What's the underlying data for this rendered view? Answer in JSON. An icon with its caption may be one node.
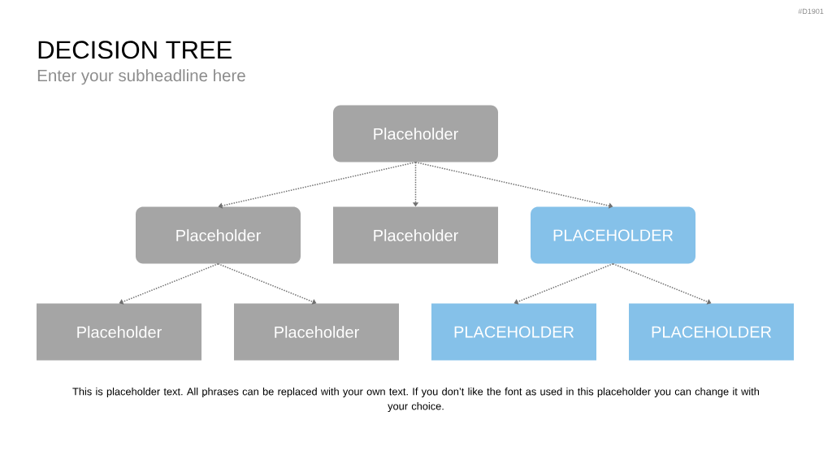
{
  "diagram": {
    "title": "DECISION TREE",
    "caption": "This is placeholder text. All phrases can be replaced with your own text. If you don’t like the font as used in this placeholder you can change it with your choice.",
    "nodes": [
      {
        "text": [
          "Placeholder"
        ]
      },
      {
        "text": [
          "Placeholder"
        ]
      },
      {
        "text": [
          "Placeholder"
        ]
      },
      {
        "text": [
          "PLACEHOLDER"
        ]
      },
      {
        "text": [
          "Placeholder"
        ]
      },
      {
        "text": [
          "Placeholder"
        ]
      },
      {
        "text": [
          "PLACEHOLDER"
        ]
      },
      {
        "text": [
          "PLACEHOLDER"
        ]
      }
    ],
    "edges": [
      {
        "from": 0,
        "to": 1,
        "arrow": "to"
      },
      {
        "from": 0,
        "to": 2,
        "arrow": "to"
      },
      {
        "from": 0,
        "to": 3,
        "arrow": "to"
      },
      {
        "from": 1,
        "to": 4,
        "arrow": "to"
      },
      {
        "from": 1,
        "to": 5,
        "arrow": "to"
      },
      {
        "from": 3,
        "to": 6,
        "arrow": "to"
      },
      {
        "from": 3,
        "to": 7,
        "arrow": "to"
      }
    ],
    "labels": [
      "#D1901",
      "Enter your subheadline here"
    ]
  }
}
